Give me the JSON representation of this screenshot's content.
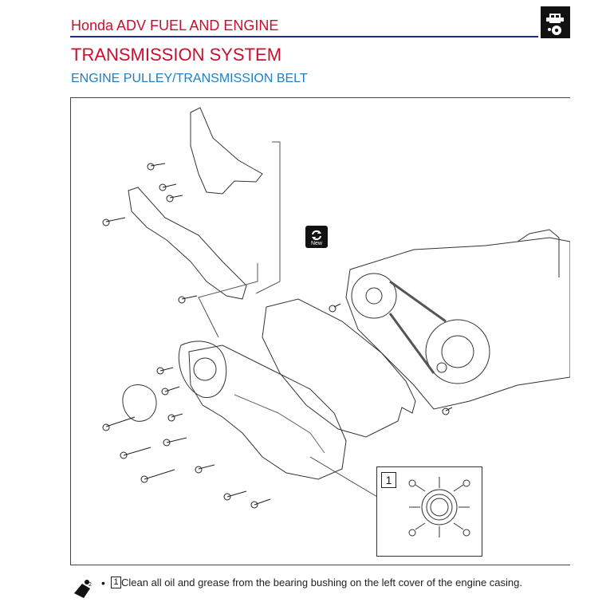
{
  "header": {
    "title": "Honda ADV FUEL AND ENGINE",
    "title_color": "#c8102e",
    "rule_color": "#1b2a8c",
    "section_icon": "engine-section-icon"
  },
  "page": {
    "heading": "TRANSMISSION SYSTEM",
    "subheading": "ENGINE PULLEY/TRANSMISSION BELT",
    "heading_color": "#c8102e",
    "subheading_color": "#1e7fc3"
  },
  "figure": {
    "new_badge_label": "New",
    "callout_number": "1",
    "icons": [
      "refresh-new-icon",
      "bearing-bushing-detail"
    ]
  },
  "note": {
    "icon": "grease-cleaning-icon",
    "bullet": "•",
    "ref_number": "1",
    "text": "Clean all oil and grease from the bearing bushing on the left cover of the engine casing."
  }
}
